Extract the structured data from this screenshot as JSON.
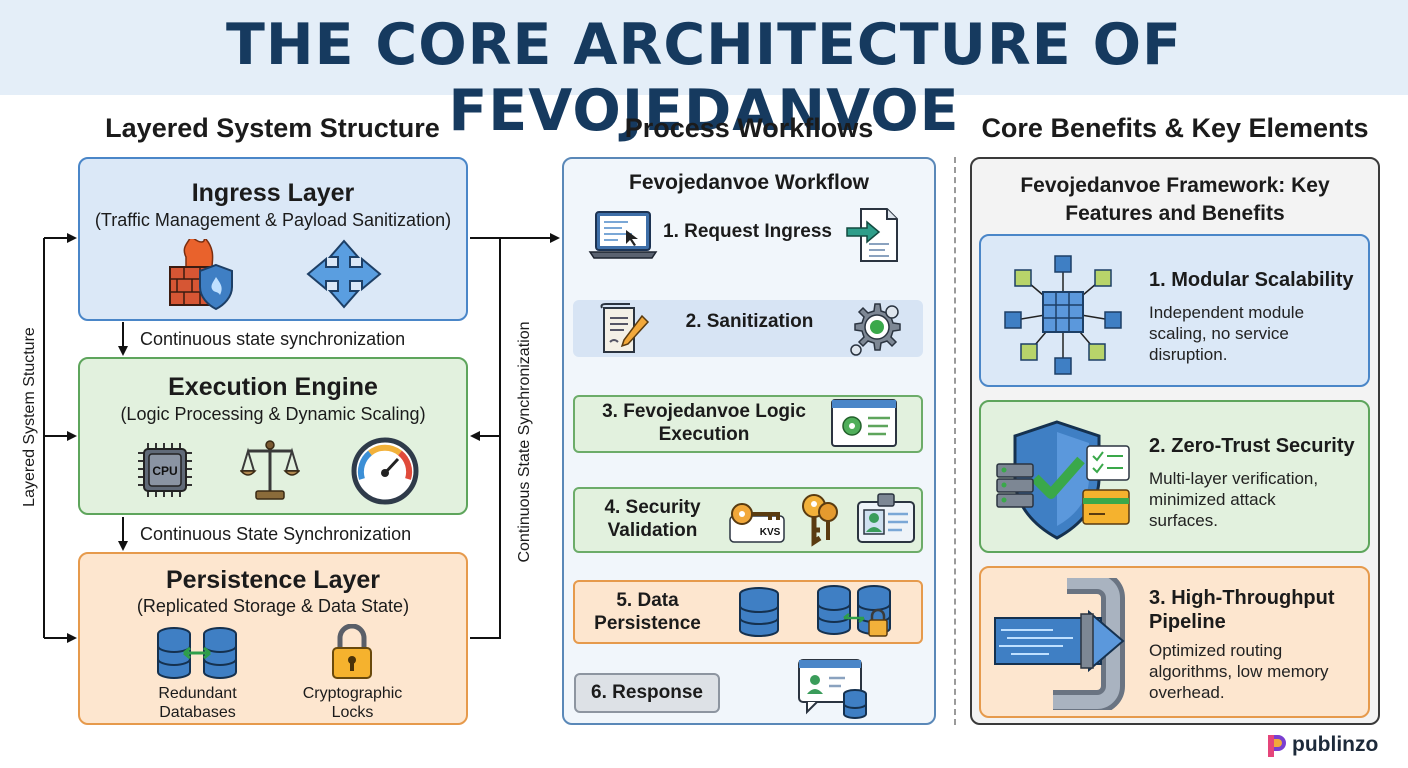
{
  "title": "THE CORE ARCHITECTURE OF FEVOJEDANVOE",
  "sections": {
    "left_heading": "Layered System Structure",
    "middle_heading": "Process Workflows",
    "right_heading": "Core Benefits & Key Elements"
  },
  "left": {
    "side_label": "Layered System Stucture",
    "right_side_label": "Continuous State Synchronization",
    "sync_1": "Continuous state synchronization",
    "sync_2": "Continuous State Synchronization",
    "layers": [
      {
        "title": "Ingress Layer",
        "subtitle": "(Traffic Management & Payload Sanitization)",
        "icons": [
          "firewall-icon",
          "shield-icon",
          "router-icon"
        ]
      },
      {
        "title": "Execution Engine",
        "subtitle": "(Logic Processing & Dynamic Scaling)",
        "icons": [
          "cpu-icon",
          "scale-icon",
          "gauge-icon"
        ],
        "cpu_text": "CPU"
      },
      {
        "title": "Persistence Layer",
        "subtitle": "(Replicated Storage & Data State)",
        "captions": [
          "Redundant Databases",
          "Cryptographic Locks"
        ]
      }
    ]
  },
  "workflow": {
    "title": "Fevojedanvoe Workflow",
    "steps": [
      "1. Request Ingress",
      "2. Sanitization",
      "3. Fevojedanvoe Logic Execution",
      "4. Security Validation",
      "5. Data Persistence",
      "6. Response"
    ],
    "kvs_label": "KVS"
  },
  "benefits": {
    "title": "Fevojedanvoe Framework: Key Features and Benefits",
    "items": [
      {
        "title": "1. Modular Scalability",
        "desc": "Independent module scaling, no service disruption."
      },
      {
        "title": "2. Zero-Trust Security",
        "desc": "Multi-layer verification, minimized attack surfaces."
      },
      {
        "title": "3. High-Throughput Pipeline",
        "desc": "Optimized routing algorithms, low memory overhead."
      }
    ]
  },
  "brand": "publinzo",
  "colors": {
    "title_navy": "#163a5f",
    "banner_bg": "#e4eef8",
    "blue_fill": "#dbe8f7",
    "blue_border": "#4a86c8",
    "green_fill": "#e2f1de",
    "green_border": "#5ea55c",
    "orange_fill": "#fde6cf",
    "orange_border": "#e69a4c"
  }
}
